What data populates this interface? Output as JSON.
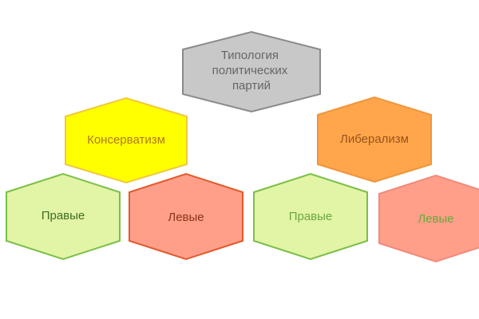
{
  "nodes": {
    "root": {
      "lines": [
        "Типология",
        "политических",
        "партий"
      ],
      "fill": "#c8c8c8",
      "stroke": "#8a8a8a",
      "text_color": "#666666"
    },
    "conservatism": {
      "label": "Консерватизм",
      "fill": "#ffff00",
      "stroke": "#f0c83c",
      "text_color": "#b07a1e"
    },
    "liberalism": {
      "label": "Либерализм",
      "fill": "#ffa64d",
      "stroke": "#f0943a",
      "text_color": "#9a5418"
    },
    "cons_right": {
      "label": "Правые",
      "fill": "#e2f4a6",
      "stroke": "#7bbf46",
      "text_color": "#3f6b22"
    },
    "cons_left": {
      "label": "Левые",
      "fill": "#ff9f8a",
      "stroke": "#e25a2c",
      "text_color": "#8a3516"
    },
    "lib_right": {
      "label": "Правые",
      "fill": "#e2f4a6",
      "stroke": "#7bbf46",
      "text_color": "#6aa83c"
    },
    "lib_left": {
      "label": "Левые",
      "fill": "#ff9f8a",
      "stroke": "#f08a7a",
      "text_color": "#6aa83c"
    }
  }
}
